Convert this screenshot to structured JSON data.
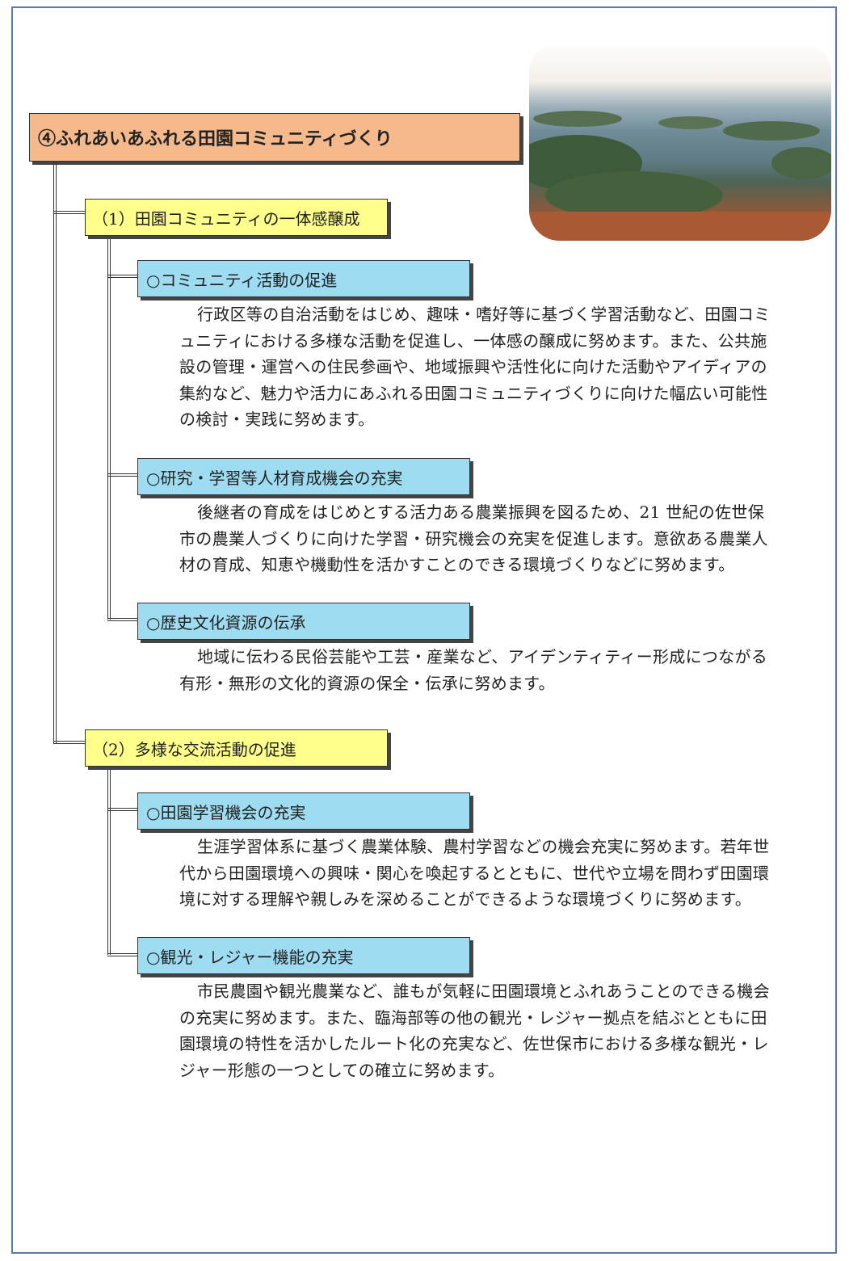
{
  "title": "④ふれあいあふれる田園コミュニティづくり",
  "sections": [
    {
      "heading": "（1）田園コミュニティの一体感醸成",
      "items": [
        {
          "heading": "○コミュニティ活動の促進",
          "lines": [
            "行政区等の自治活動をはじめ、趣味・嗜好等に基づく学習活動など、田園コミ",
            "ュニティにおける多様な活動を促進し、一体感の醸成に努めます。また、公共施",
            "設の管理・運営への住民参画や、地域振興や活性化に向けた活動やアイディアの",
            "集約など、魅力や活力にあふれる田園コミュニティづくりに向けた幅広い可能性",
            "の検討・実践に努めます。"
          ]
        },
        {
          "heading": "○研究・学習等人材育成機会の充実",
          "lines": [
            "後継者の育成をはじめとする活力ある農業振興を図るため、21 世紀の佐世保",
            "市の農業人づくりに向けた学習・研究機会の充実を促進します。意欲ある農業人",
            "材の育成、知恵や機動性を活かすことのできる環境づくりなどに努めます。"
          ]
        },
        {
          "heading": "○歴史文化資源の伝承",
          "lines": [
            "地域に伝わる民俗芸能や工芸・産業など、アイデンティティー形成につながる",
            "有形・無形の文化的資源の保全・伝承に努めます。"
          ]
        }
      ]
    },
    {
      "heading": "（2）多様な交流活動の促進",
      "items": [
        {
          "heading": "○田園学習機会の充実",
          "lines": [
            "生涯学習体系に基づく農業体験、農村学習などの機会充実に努めます。若年世",
            "代から田園環境への興味・関心を喚起するとともに、世代や立場を問わず田園環",
            "境に対する理解や親しみを深めることができるような環境づくりに努めます。"
          ]
        },
        {
          "heading": "○観光・レジャー機能の充実",
          "lines": [
            "市民農園や観光農業など、誰もが気軽に田園環境とふれあうことのできる機会",
            "の充実に努めます。また、臨海部等の他の観光・レジャー拠点を結ぶとともに田",
            "園環境の特性を活かしたルート化の充実など、佐世保市における多様な観光・レ",
            "ジャー形態の一つとしての確立に努めます。"
          ]
        }
      ]
    }
  ]
}
